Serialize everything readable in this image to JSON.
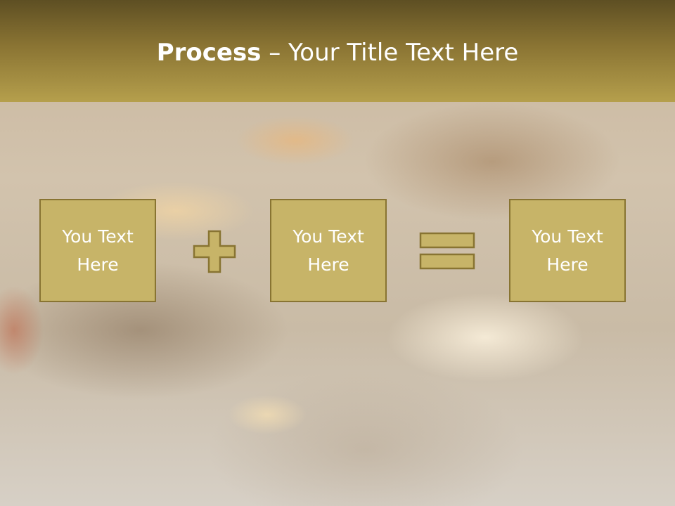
{
  "slide": {
    "title_bold": "Process",
    "title_rest": " – Your Title Text Here",
    "colors": {
      "header_top": "#5e4f23",
      "header_bottom": "#b59f4c",
      "box_fill": "#c7b468",
      "box_border": "#887432",
      "text": "#ffffff"
    }
  },
  "process": {
    "boxes": [
      {
        "line1": "You Text",
        "line2": "Here"
      },
      {
        "line1": "You Text",
        "line2": "Here"
      },
      {
        "line1": "You Text",
        "line2": "Here"
      }
    ],
    "operators": [
      "plus-icon",
      "equals-icon"
    ]
  }
}
